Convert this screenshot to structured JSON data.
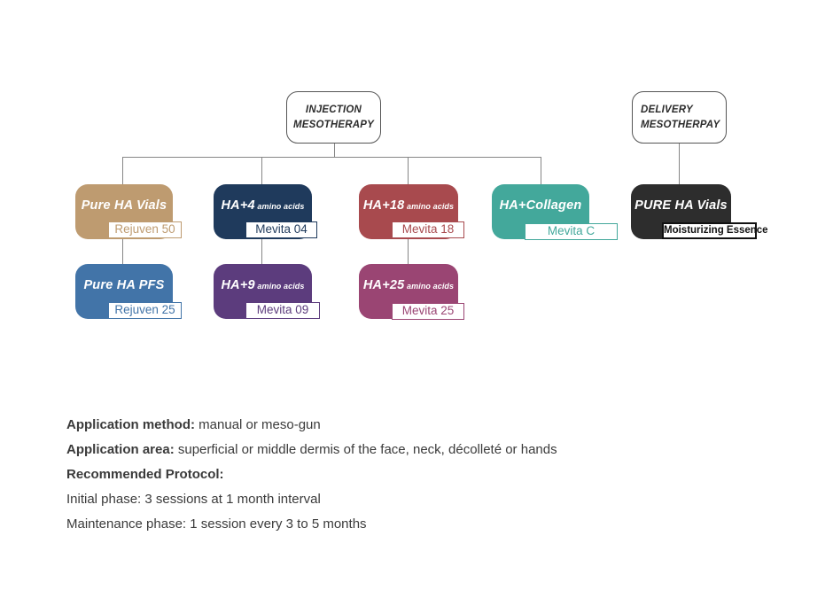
{
  "diagram": {
    "roots": [
      {
        "label": "INJECTION\nMESOTHERAPY"
      },
      {
        "label": "DELIVERY\nMESOTHERPAY"
      }
    ],
    "products": [
      {
        "title": "Pure HA Vials",
        "suffix": "",
        "tag": "Rejuven 50",
        "color": "#BE9B70"
      },
      {
        "title": "HA+4",
        "suffix": " amino acids",
        "tag": "Mevita 04",
        "color": "#1F3A5C"
      },
      {
        "title": "HA+18",
        "suffix": " amino acids",
        "tag": "Mevita 18",
        "color": "#A84A4E"
      },
      {
        "title": "HA+Collagen",
        "suffix": "",
        "tag": "Mevita C",
        "color": "#43A89B"
      },
      {
        "title": "PURE HA Vials",
        "suffix": "",
        "tag": "Moisturizing Essence",
        "color": "#2D2D2D"
      },
      {
        "title": "Pure HA PFS",
        "suffix": "",
        "tag": "Rejuven 25",
        "color": "#4274A8"
      },
      {
        "title": "HA+9",
        "suffix": " amino acids",
        "tag": "Mevita 09",
        "color": "#5C3C7D"
      },
      {
        "title": "HA+25",
        "suffix": " amino acids",
        "tag": "Mevita 25",
        "color": "#9A4573"
      }
    ],
    "line_color": "#868686"
  },
  "info": {
    "lines": [
      {
        "bold": "Application method:",
        "rest": " manual or meso-gun"
      },
      {
        "bold": "Application area:",
        "rest": " superficial or middle dermis of the face, neck, décolleté or hands"
      },
      {
        "bold": "Recommended Protocol:",
        "rest": ""
      },
      {
        "bold": "",
        "rest": "Initial phase: 3 sessions at 1 month interval"
      },
      {
        "bold": "",
        "rest": "Maintenance phase: 1 session every 3 to 5 months"
      }
    ]
  }
}
